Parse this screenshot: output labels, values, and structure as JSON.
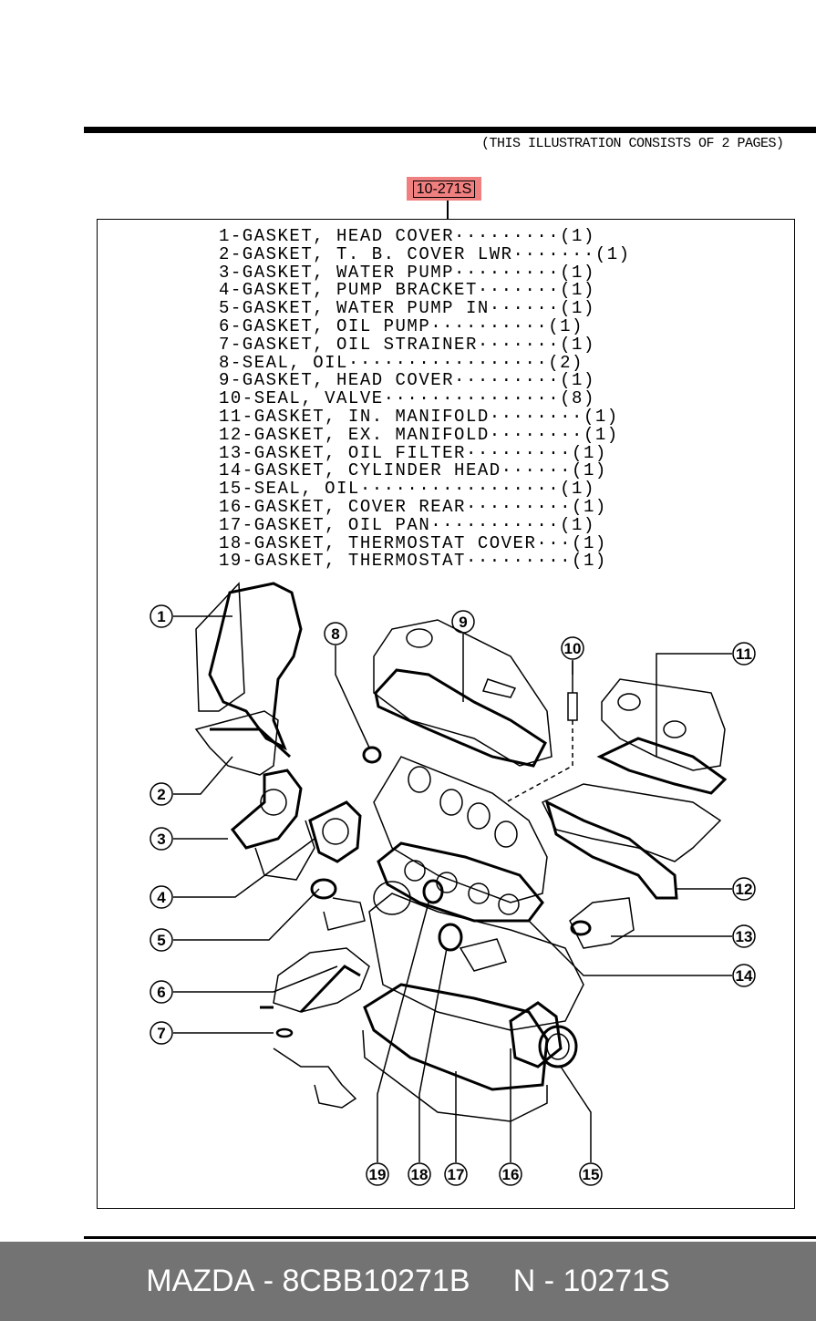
{
  "note": "(THIS ILLUSTRATION CONSISTS OF  2 PAGES)",
  "ref_code": "10-271S",
  "parts": [
    {
      "no": "1",
      "label": "1-GASKET, HEAD COVER·········(1)"
    },
    {
      "no": "2",
      "label": "2-GASKET, T. B. COVER LWR·······(1)"
    },
    {
      "no": "3",
      "label": "3-GASKET, WATER PUMP·········(1)"
    },
    {
      "no": "4",
      "label": "4-GASKET, PUMP BRACKET·······(1)"
    },
    {
      "no": "5",
      "label": "5-GASKET, WATER PUMP IN······(1)"
    },
    {
      "no": "6",
      "label": "6-GASKET, OIL PUMP··········(1)"
    },
    {
      "no": "7",
      "label": "7-GASKET, OIL STRAINER·······(1)"
    },
    {
      "no": "8",
      "label": "8-SEAL, OIL·················(2)"
    },
    {
      "no": "9",
      "label": "9-GASKET, HEAD COVER·········(1)"
    },
    {
      "no": "10",
      "label": "10-SEAL, VALVE···············(8)"
    },
    {
      "no": "11",
      "label": "11-GASKET, IN. MANIFOLD········(1)"
    },
    {
      "no": "12",
      "label": "12-GASKET, EX. MANIFOLD········(1)"
    },
    {
      "no": "13",
      "label": "13-GASKET, OIL FILTER·········(1)"
    },
    {
      "no": "14",
      "label": "14-GASKET, CYLINDER HEAD······(1)"
    },
    {
      "no": "15",
      "label": "15-SEAL, OIL·················(1)"
    },
    {
      "no": "16",
      "label": "16-GASKET, COVER REAR·········(1)"
    },
    {
      "no": "17",
      "label": "17-GASKET, OIL PAN···········(1)"
    },
    {
      "no": "18",
      "label": "18-GASKET, THERMOSTAT COVER···(1)"
    },
    {
      "no": "19",
      "label": "19-GASKET, THERMOSTAT·········(1)"
    }
  ],
  "callouts": [
    "1",
    "2",
    "3",
    "4",
    "5",
    "6",
    "7",
    "8",
    "9",
    "10",
    "11",
    "12",
    "13",
    "14",
    "15",
    "16",
    "17",
    "18",
    "19"
  ],
  "footer": {
    "brand": "MAZDA",
    "part_number": "8CBB10271B",
    "ref": "N - 10271S"
  }
}
